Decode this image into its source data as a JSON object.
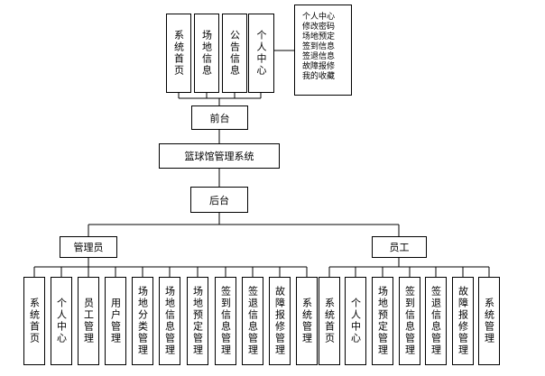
{
  "frontend": {
    "modules": [
      "系统首页",
      "场地信息",
      "公告信息",
      "个人中心"
    ],
    "personal_center_items": [
      "个人中心",
      "修改密码",
      "场地预定",
      "签到信息",
      "签退信息",
      "故障报修",
      "我的收藏"
    ]
  },
  "frontend_label": "前台",
  "system_title": "篮球馆管理系统",
  "backend_label": "后台",
  "admin": {
    "label": "管理员",
    "modules": [
      "系统首页",
      "个人中心",
      "员工管理",
      "用户管理",
      "场地分类管理",
      "场地信息管理",
      "场地预定管理",
      "签到信息管理",
      "签退信息管理",
      "故障报修管理",
      "系统管理"
    ]
  },
  "staff": {
    "label": "员工",
    "modules": [
      "系统首页",
      "个人中心",
      "场地预定管理",
      "签到信息管理",
      "签退信息管理",
      "故障报修管理",
      "系统管理"
    ]
  }
}
